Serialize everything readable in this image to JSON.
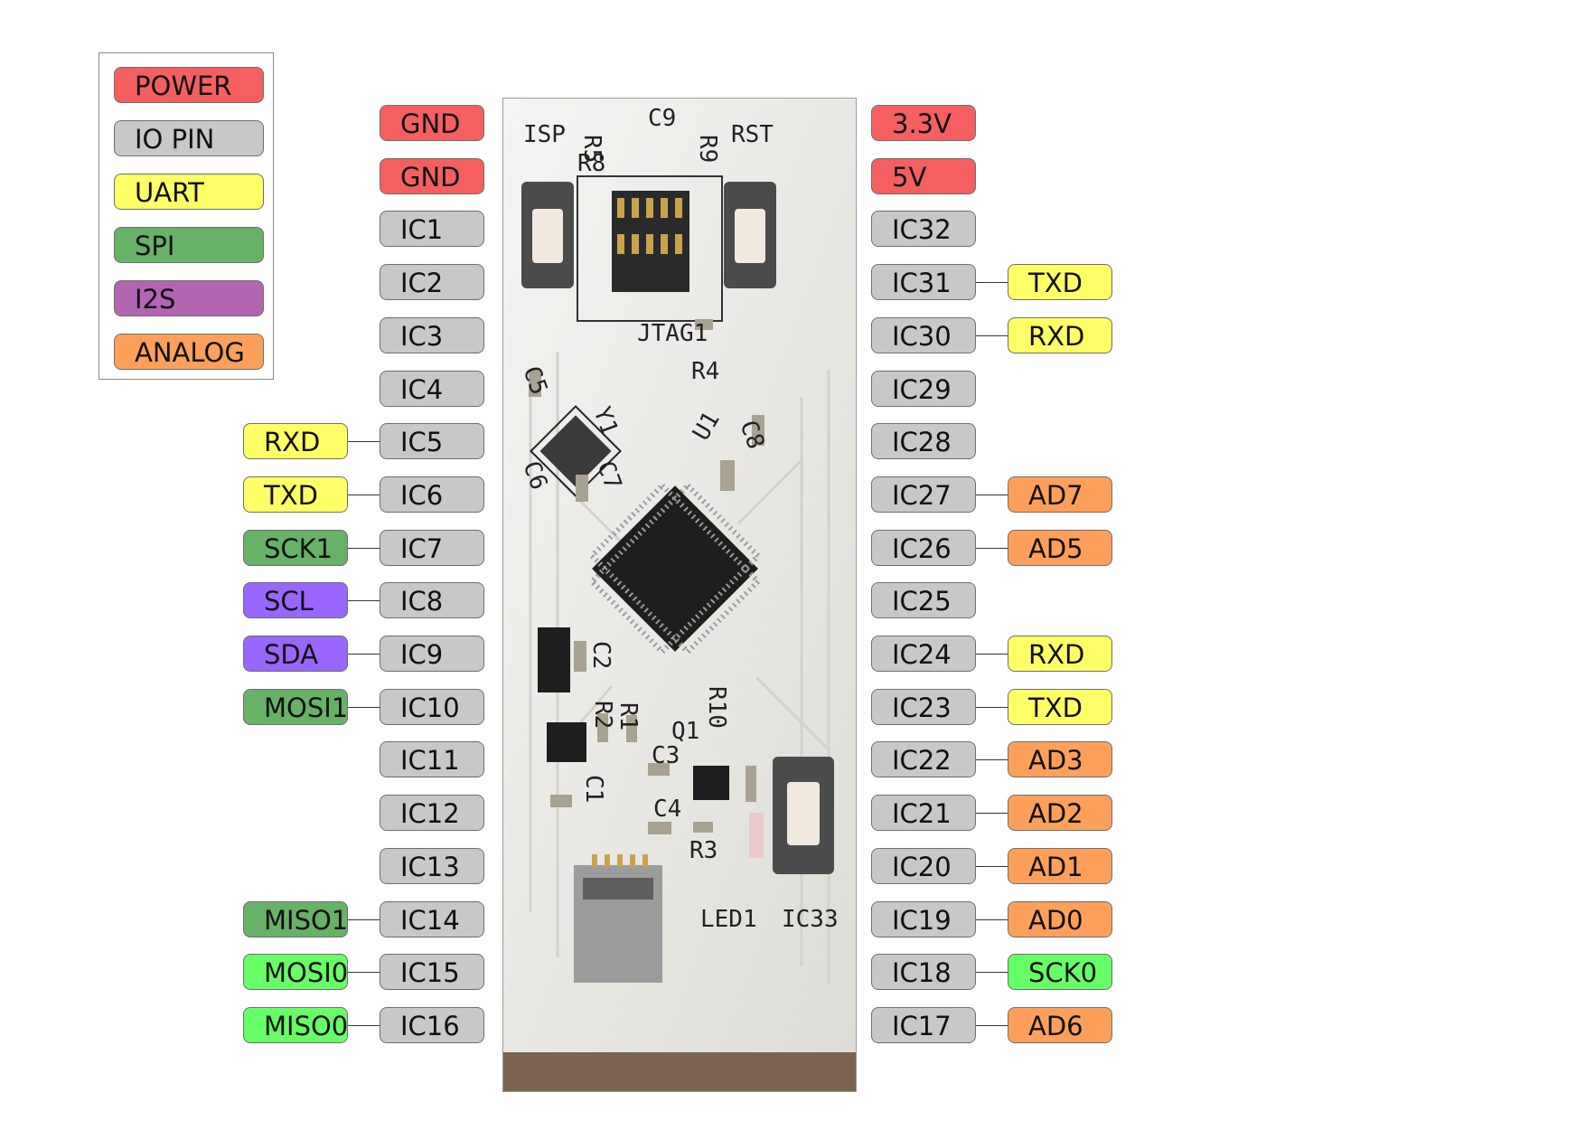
{
  "colors": {
    "POWER": "#f55f5f",
    "IO": "#c8c8c8",
    "UART": "#ffff66",
    "SPI": "#66b266",
    "I2S": "#b266b2",
    "ANALOG": "#ffa05a",
    "I2C": "#9966ff",
    "SPI0": "#66ff66"
  },
  "legend": [
    {
      "label": "POWER",
      "type": "POWER"
    },
    {
      "label": "IO PIN",
      "type": "IO"
    },
    {
      "label": "UART",
      "type": "UART"
    },
    {
      "label": "SPI",
      "type": "SPI"
    },
    {
      "label": "I2S",
      "type": "I2S"
    },
    {
      "label": "ANALOG",
      "type": "ANALOG"
    }
  ],
  "left_pins": [
    {
      "pin": "GND",
      "type": "POWER"
    },
    {
      "pin": "GND",
      "type": "POWER"
    },
    {
      "pin": "IC1",
      "type": "IO"
    },
    {
      "pin": "IC2",
      "type": "IO"
    },
    {
      "pin": "IC3",
      "type": "IO"
    },
    {
      "pin": "IC4",
      "type": "IO"
    },
    {
      "pin": "IC5",
      "type": "IO",
      "func": "RXD",
      "ftype": "UART"
    },
    {
      "pin": "IC6",
      "type": "IO",
      "func": "TXD",
      "ftype": "UART"
    },
    {
      "pin": "IC7",
      "type": "IO",
      "func": "SCK1",
      "ftype": "SPI"
    },
    {
      "pin": "IC8",
      "type": "IO",
      "func": "SCL",
      "ftype": "I2C"
    },
    {
      "pin": "IC9",
      "type": "IO",
      "func": "SDA",
      "ftype": "I2C"
    },
    {
      "pin": "IC10",
      "type": "IO",
      "func": "MOSI1",
      "ftype": "SPI"
    },
    {
      "pin": "IC11",
      "type": "IO"
    },
    {
      "pin": "IC12",
      "type": "IO"
    },
    {
      "pin": "IC13",
      "type": "IO"
    },
    {
      "pin": "IC14",
      "type": "IO",
      "func": "MISO1",
      "ftype": "SPI"
    },
    {
      "pin": "IC15",
      "type": "IO",
      "func": "MOSI0",
      "ftype": "SPI0"
    },
    {
      "pin": "IC16",
      "type": "IO",
      "func": "MISO0",
      "ftype": "SPI0"
    }
  ],
  "right_pins": [
    {
      "pin": "3.3V",
      "type": "POWER"
    },
    {
      "pin": "5V",
      "type": "POWER"
    },
    {
      "pin": "IC32",
      "type": "IO"
    },
    {
      "pin": "IC31",
      "type": "IO",
      "func": "TXD",
      "ftype": "UART"
    },
    {
      "pin": "IC30",
      "type": "IO",
      "func": "RXD",
      "ftype": "UART"
    },
    {
      "pin": "IC29",
      "type": "IO"
    },
    {
      "pin": "IC28",
      "type": "IO"
    },
    {
      "pin": "IC27",
      "type": "IO",
      "func": "AD7",
      "ftype": "ANALOG"
    },
    {
      "pin": "IC26",
      "type": "IO",
      "func": "AD5",
      "ftype": "ANALOG"
    },
    {
      "pin": "IC25",
      "type": "IO"
    },
    {
      "pin": "IC24",
      "type": "IO",
      "func": "RXD",
      "ftype": "UART"
    },
    {
      "pin": "IC23",
      "type": "IO",
      "func": "TXD",
      "ftype": "UART"
    },
    {
      "pin": "IC22",
      "type": "IO",
      "func": "AD3",
      "ftype": "ANALOG"
    },
    {
      "pin": "IC21",
      "type": "IO",
      "func": "AD2",
      "ftype": "ANALOG"
    },
    {
      "pin": "IC20",
      "type": "IO",
      "func": "AD1",
      "ftype": "ANALOG"
    },
    {
      "pin": "IC19",
      "type": "IO",
      "func": "AD0",
      "ftype": "ANALOG"
    },
    {
      "pin": "IC18",
      "type": "IO",
      "func": "SCK0",
      "ftype": "SPI0"
    },
    {
      "pin": "IC17",
      "type": "IO",
      "func": "AD6",
      "ftype": "ANALOG"
    }
  ],
  "board": {
    "silkscreen": [
      "ISP",
      "R5",
      "C9",
      "R9",
      "RST",
      "R8",
      "JTAG1",
      "R4",
      "C5",
      "Y1",
      "C7",
      "U1",
      "C8",
      "C6",
      "C2",
      "R2",
      "R1",
      "Q1",
      "R10",
      "C3",
      "C1",
      "C4",
      "R3",
      "LED1",
      "IC33"
    ]
  }
}
